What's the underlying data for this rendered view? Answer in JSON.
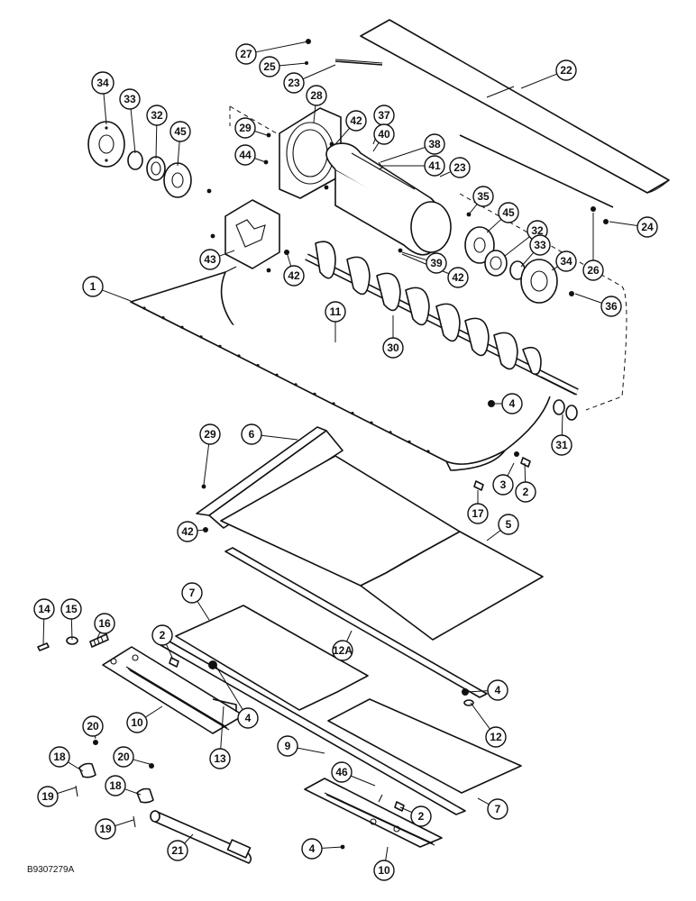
{
  "figure_id": "B9307279A",
  "callouts": [
    "27",
    "25",
    "23",
    "22",
    "34",
    "33",
    "32",
    "45",
    "28",
    "29",
    "44",
    "42",
    "37",
    "40",
    "38",
    "41",
    "23",
    "24",
    "26",
    "35",
    "45",
    "32",
    "33",
    "34",
    "36",
    "43",
    "39",
    "42",
    "42",
    "1",
    "11",
    "30",
    "4",
    "31",
    "3",
    "2",
    "29",
    "6",
    "17",
    "5",
    "42",
    "14",
    "15",
    "16",
    "7",
    "12A",
    "2",
    "4",
    "10",
    "4",
    "12",
    "20",
    "9",
    "13",
    "46",
    "7",
    "18",
    "20",
    "18",
    "2",
    "19",
    "19",
    "21",
    "4",
    "10"
  ]
}
